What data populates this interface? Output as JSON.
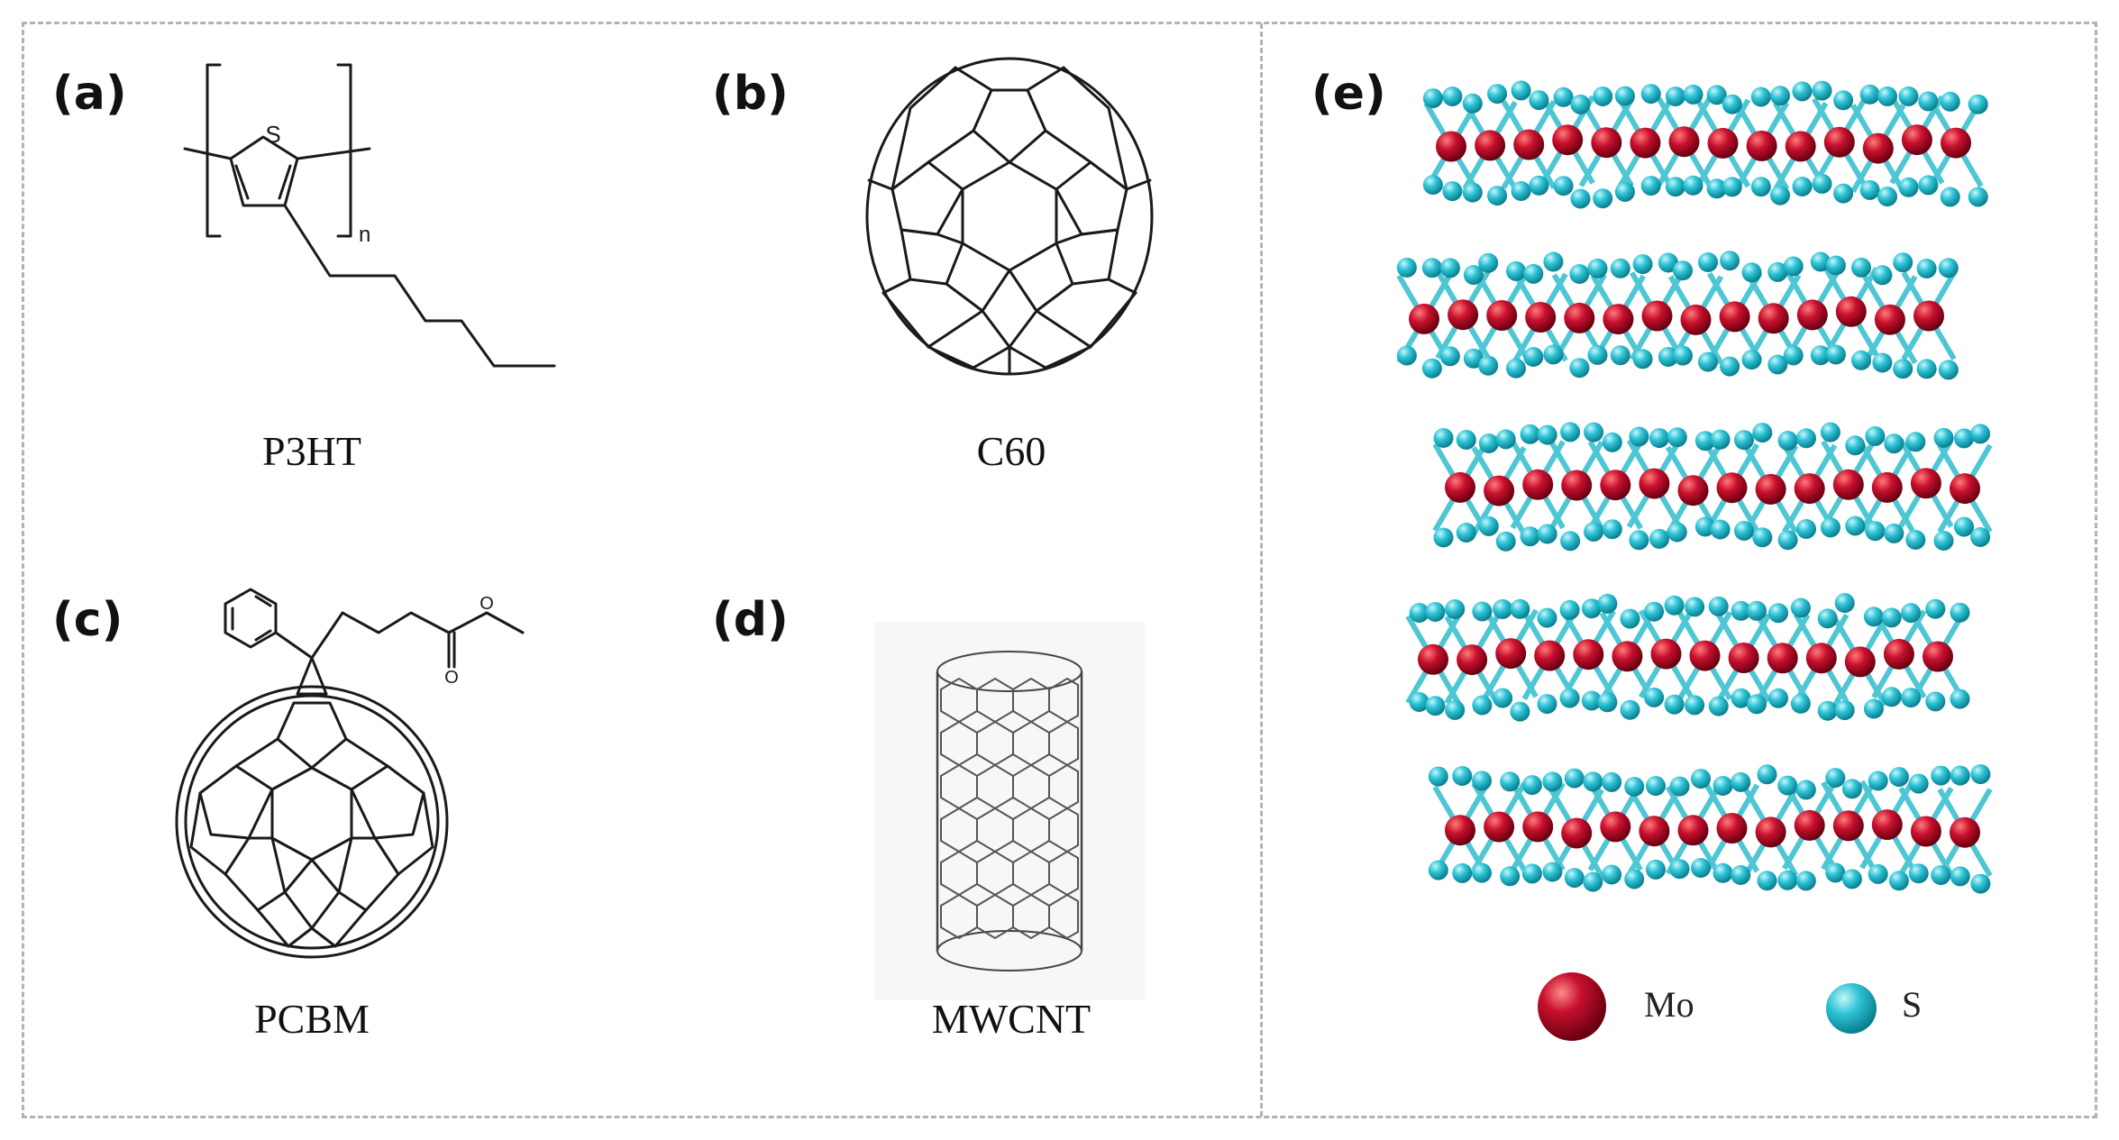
{
  "panels": {
    "a": {
      "label": "(a)",
      "name": "P3HT",
      "subscript": "n",
      "heteroatom": "S"
    },
    "b": {
      "label": "(b)",
      "name": "C60"
    },
    "c": {
      "label": "(c)",
      "name": "PCBM",
      "carbonyl_oxygen": "O",
      "ester_oxygen": "O"
    },
    "d": {
      "label": "(d)",
      "name": "MWCNT"
    },
    "e": {
      "label": "(e)"
    }
  },
  "legend": {
    "mo": {
      "label": "Mo",
      "color": "#c8102e"
    },
    "s": {
      "label": "S",
      "color": "#2ec4d6"
    }
  },
  "colors": {
    "border": "#b3b3b3",
    "line": "#1a1a1a"
  }
}
